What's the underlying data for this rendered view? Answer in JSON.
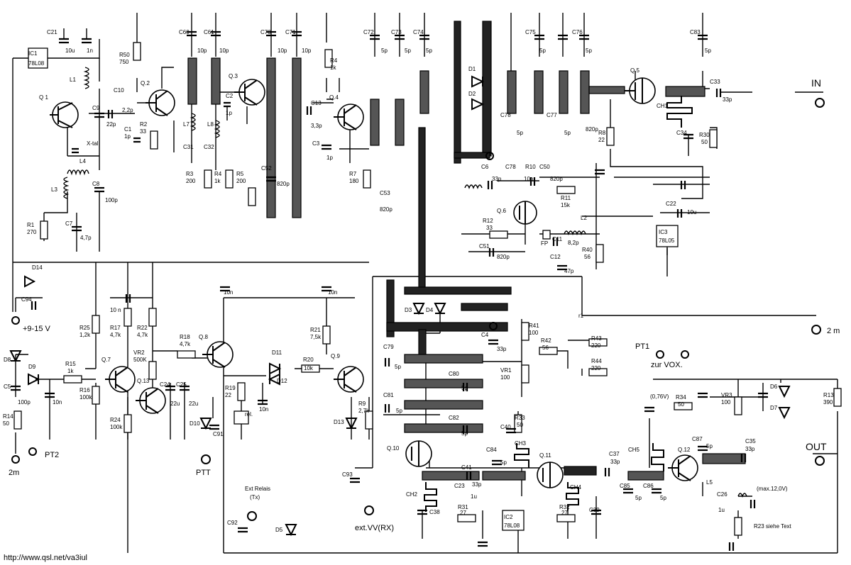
{
  "url": "http://www.qsl.net/va3iul",
  "ports": {
    "in": "IN",
    "out": "OUT",
    "two_m_right": "2 m",
    "two_m_left": "2m",
    "pt1": "PT1",
    "pt2": "PT2",
    "ptt": "PTT",
    "zur_vox": "zur VOX.",
    "supply": "+9-15 V",
    "ext_vv": "ext.VV(RX)",
    "ext_relais": "Ext Relais",
    "tx": "(Tx)",
    "max12v": "(max.12,0V)",
    "v076": "(0,76V)",
    "r23_note": "R23 siehe Text",
    "rel": "rel.",
    "fp": "FP",
    "r1_contact": "r1",
    "xtal": "X-tal"
  },
  "transistors": {
    "q1": "Q 1",
    "q2": "Q.2",
    "q3": "Q.3",
    "q4": "Q.4",
    "q5": "Q.5",
    "q6": "Q.6",
    "q7": "Q.7",
    "q8": "Q.8",
    "q9": "Q.9",
    "q10": "Q.10",
    "q11": "Q.11",
    "q12": "Q.12",
    "q13": "Q.13"
  },
  "ics": {
    "ic1": "IC1",
    "ic1_type": "78L08",
    "ic2": "IC2",
    "ic2_type": "78L08",
    "ic3": "IC3",
    "ic3_type": "78L05"
  },
  "diodes": {
    "d1": "D1",
    "d2": "D2",
    "d3": "D3",
    "d4": "D4",
    "d5": "D5",
    "d6": "D6",
    "d7": "D7",
    "d8": "D8",
    "d9": "D9",
    "d10": "D10",
    "d11": "D11",
    "d12": "D12",
    "d13": "D13",
    "d14": "D14"
  },
  "chokes": {
    "ch1": "CH1",
    "ch2": "CH2",
    "ch3": "CH3",
    "ch4": "CH4",
    "ch5": "CH5"
  },
  "inductors": {
    "l1": "L1",
    "l2": "L2",
    "l3": "L3",
    "l4": "L4",
    "l5": "L5",
    "l7": "L7",
    "l8": "L8"
  },
  "trimmers": {
    "vr1": "VR1",
    "vr1_val": "100",
    "vr2": "VR2",
    "vr2_val": "500K",
    "vr3": "VR3",
    "vr3_val": "100"
  },
  "resistors": {
    "r1": "R1",
    "r1_val": "270",
    "r2": "R2",
    "r2_val": "33",
    "r3": "R3",
    "r3_val": "200",
    "r4a": "R4",
    "r4a_val": "1k",
    "r4b": "R4",
    "r4b_val": "1k",
    "r5": "R5",
    "r5_val": "200",
    "r7": "R7",
    "r7_val": "180",
    "r8": "R8",
    "r8_val": "22",
    "r9": "R9",
    "r9_val": "2,7k",
    "r10": "R10",
    "r11": "R11",
    "r11_val": "15k",
    "r12": "R12",
    "r12_val": "33",
    "r13": "R13",
    "r13_val": "390",
    "r14": "R14",
    "r14_val": "50",
    "r15": "R15",
    "r15_val": "1k",
    "r16": "R16",
    "r16_val": "100k",
    "r17": "R17",
    "r17_val": "4,7k",
    "r18": "R18",
    "r18_val": "4,7k",
    "r19": "R19",
    "r19_val": "22",
    "r20": "R20",
    "r20_val": "10k",
    "r21": "R21",
    "r21_val": "7,5k",
    "r22": "R22",
    "r22_val": "4,7k",
    "r24": "R24",
    "r24_val": "100k",
    "r25": "R25",
    "r25_val": "1,2k",
    "r30": "R30",
    "r30_val": "50",
    "r31": "R31",
    "r31_val": "27",
    "r32": "R32",
    "r32_val": "27",
    "r33": "R33",
    "r33_val": "50",
    "r34": "R34",
    "r34_val": "50",
    "r40": "R40",
    "r40_val": "56",
    "r41": "R41",
    "r41_val": "100",
    "r42": "R42",
    "r42_val": "56",
    "r43": "R43",
    "r43_val": "220",
    "r44": "R44",
    "r44_val": "220",
    "r50": "R50",
    "r50_val": "750"
  },
  "capacitors": {
    "c1": "C1",
    "c1_val": "1p",
    "c2": "C2",
    "c2_val": "1p",
    "c3": "C3",
    "c3_val": "1p",
    "c4": "C4",
    "c4_val": "33p",
    "c5": "C5",
    "c5_val": "100p",
    "c6": "C6",
    "c6_val": "33p",
    "c7": "C7",
    "c7_val": "4,7p",
    "c8": "C8",
    "c8_val": "100p",
    "c9": "C9",
    "c9_val": "22p",
    "c10": "C10",
    "c10_val": "2,2p",
    "c11": "C11",
    "c11_val": "8,2p",
    "c12": "C12",
    "c12_val": "47p",
    "c13": "C13",
    "c13_val": "3,3p",
    "c21": "C21",
    "c21_val": "10u",
    "c22": "C22",
    "c22_val": "10u",
    "c23": "C23",
    "c23_val": "1u",
    "c24": "C24",
    "c24_val": "22u",
    "c25": "C25",
    "c25_val": "22u",
    "c26": "C26",
    "c26_val": "1u",
    "c31": "C31",
    "c32": "C32",
    "c33": "C33",
    "c33_val": "33p",
    "c34": "C34",
    "c35": "C35",
    "c35_val": "33p",
    "c37": "C37",
    "c37_val": "33p",
    "c38": "C38",
    "c39": "C39",
    "c40": "C40",
    "c41": "C41",
    "c41_val": "33p",
    "c50": "C50",
    "c50_val": "820p",
    "c51": "C51",
    "c51_val": "820p",
    "c52": "C52",
    "c52_val": "820p",
    "c53": "C53",
    "c53_val": "820p",
    "c60": "C60",
    "c60_val": "10p",
    "c61": "C61",
    "c61_val": "10p",
    "c70": "C70",
    "c70_val": "10p",
    "c71": "C71",
    "c71_val": "10p",
    "c72": "C72",
    "c72_val": "5p",
    "c73": "C73",
    "c73_val": "5p",
    "c74": "C74",
    "c74_val": "5p",
    "c75": "C75",
    "c75_val": "5p",
    "c76": "C76",
    "c76_val": "5p",
    "c77": "C77",
    "c77_val": "5p",
    "c78": "C78",
    "c78_val": "5p",
    "c78b": "C78",
    "c78b_val": "10p",
    "c79": "C79",
    "c79_val": "5p",
    "c80": "C80",
    "c80_val": "5p",
    "c81": "C81",
    "c81_val": "5p",
    "c82": "C82",
    "c82_val": "5p",
    "c83": "C83",
    "c83_val": "5p",
    "c84": "C84",
    "c84_val": "5p",
    "c85": "C85",
    "c85_val": "5p",
    "c86": "C86",
    "c86_val": "5p",
    "c87": "C87",
    "c87_val": "5p",
    "c91": "C91",
    "c92": "C92",
    "c93": "C93",
    "c94": "C94",
    "c820_ch": "820p",
    "val_1n": "1n",
    "val_10n": "10n",
    "val_10n_sp": "10 n",
    "val_10u": "10u"
  }
}
